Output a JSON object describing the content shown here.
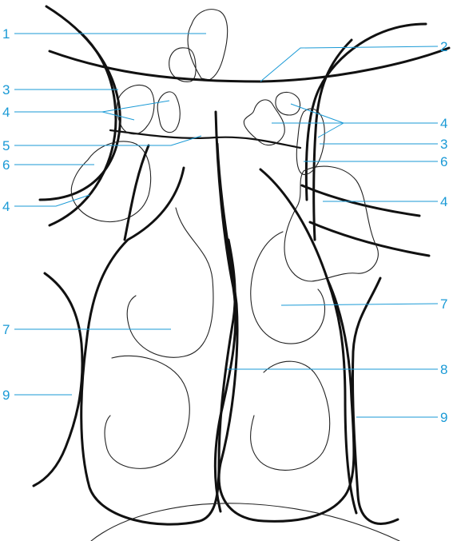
{
  "labels": {
    "l1": "1",
    "l2": "2",
    "l3_left": "3",
    "l3_right": "3",
    "l4_left_upper": "4",
    "l4_left_lower": "4",
    "l4_right_upper": "4",
    "l4_right_lower": "4",
    "l5": "5",
    "l6_left": "6",
    "l6_right": "6",
    "l7_left": "7",
    "l7_right": "7",
    "l8": "8",
    "l9_left": "9",
    "l9_right": "9"
  },
  "colors": {
    "label": "#1a9ad6",
    "line": "#111111",
    "background": "#ffffff"
  }
}
